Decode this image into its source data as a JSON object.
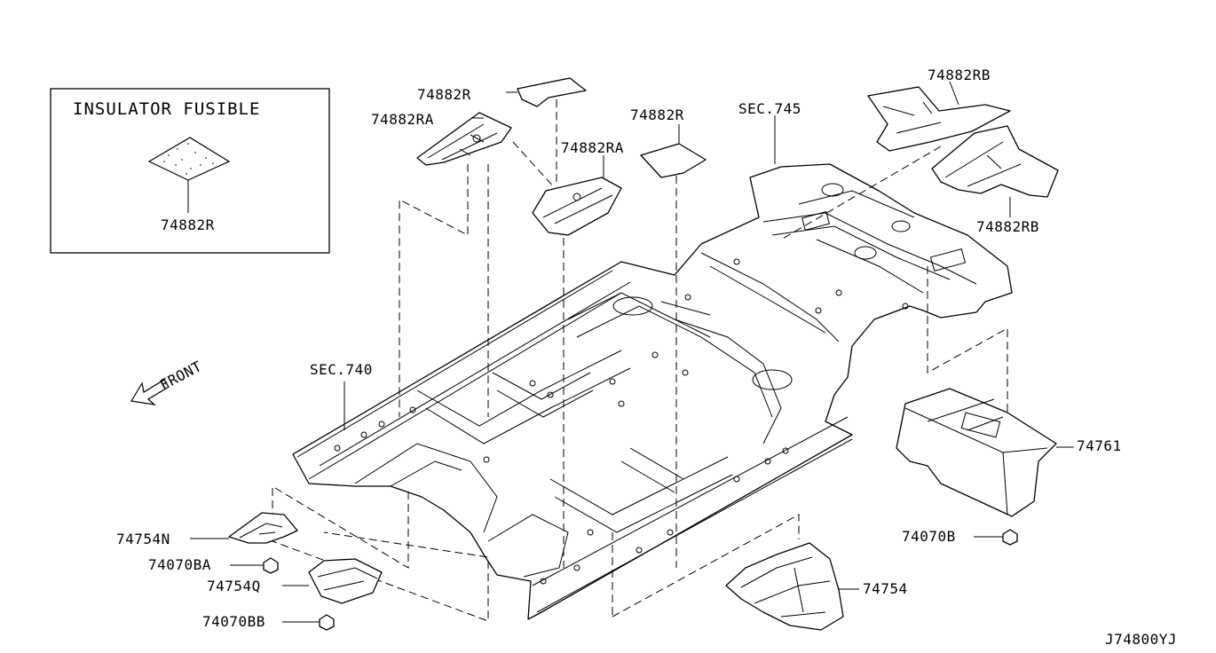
{
  "legend_box": {
    "title": "INSULATOR FUSIBLE",
    "part_label": "74882R"
  },
  "callouts": {
    "p74882R_top": "74882R",
    "p74882RA_left": "74882RA",
    "p74882R_mid": "74882R",
    "p74882RA_mid": "74882RA",
    "sec745": "SEC.745",
    "p74882RB_top": "74882RB",
    "p74882RB_right": "74882RB",
    "sec740": "SEC.740",
    "front": "FRONT",
    "p74761": "74761",
    "p74070B": "74070B",
    "p74754N": "74754N",
    "p74070BA": "74070BA",
    "p74754Q": "74754Q",
    "p74070BB": "74070BB",
    "p74754": "74754",
    "diagram_code": "J74800YJ"
  }
}
